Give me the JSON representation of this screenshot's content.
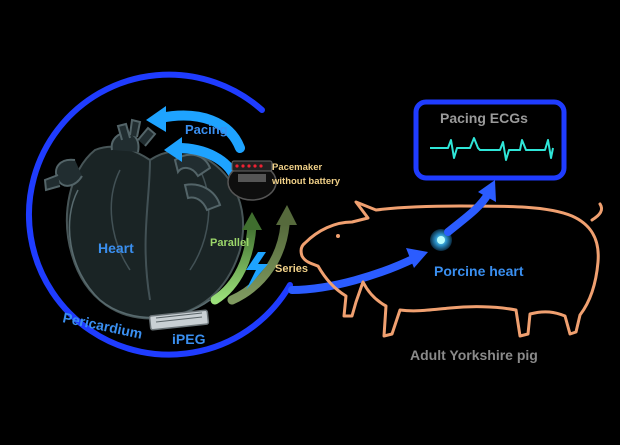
{
  "labels": {
    "pacing": "Pacing",
    "pacemaker_line1": "Pacemaker",
    "pacemaker_line2": "without battery",
    "heart": "Heart",
    "parallel": "Parallel",
    "series": "Series",
    "pericardium": "Pericardium",
    "ipeg": "iPEG",
    "pacing_ecgs": "Pacing ECGs",
    "porcine_heart": "Porcine heart",
    "pig_caption": "Adult Yorkshire pig"
  },
  "colors": {
    "background": "#000000",
    "blue_outline": "#1f3cff",
    "light_blue_text": "#3a8ff0",
    "ecg_line": "#2fe6d8",
    "pig_outline": "#f0a070",
    "green_arrow": "#4a7a30",
    "yellow_text": "#e8c070",
    "gray_text": "#8a8a8a"
  },
  "icons": [
    "heart-illustration",
    "pacemaker-device",
    "ipeg-device",
    "lightning-bolt-icon",
    "pig-silhouette",
    "porcine-heart-icon"
  ]
}
